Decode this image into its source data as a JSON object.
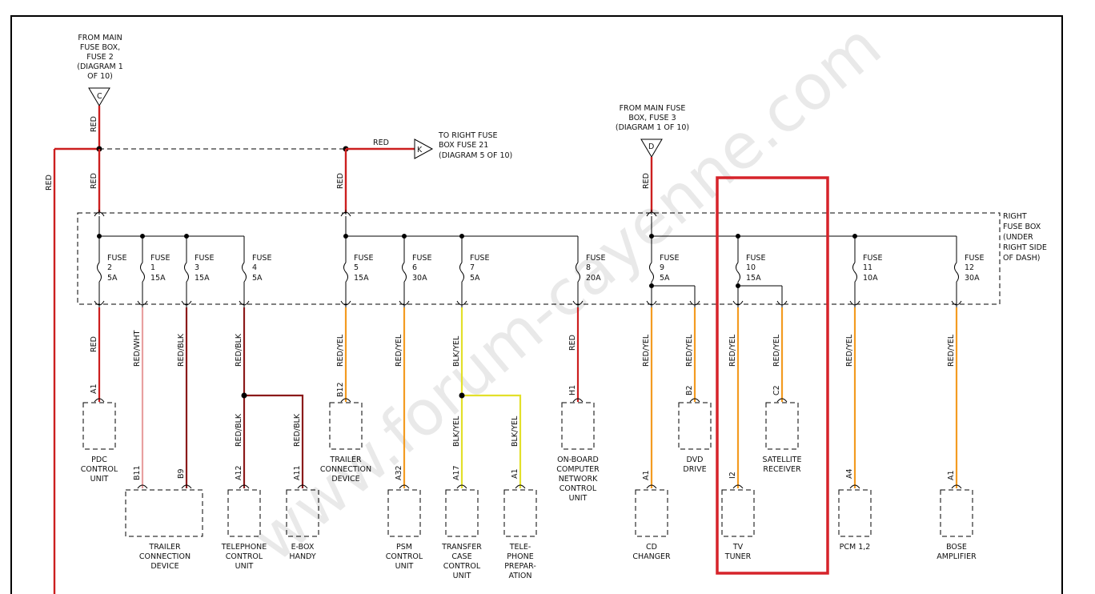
{
  "colors": {
    "red": "#cc1f1f",
    "dark_red": "#8b1a1a",
    "pink": "#e8a0a0",
    "orange": "#f39b21",
    "yellow": "#e3e02a",
    "highlight": "#d6232a"
  },
  "sources": {
    "main_fuse2": [
      "FROM MAIN",
      "FUSE BOX,",
      "FUSE 2",
      "(DIAGRAM 1",
      "OF 10)"
    ],
    "main_fuse3": [
      "FROM MAIN FUSE",
      "BOX, FUSE 3",
      "(DIAGRAM 1 OF 10)"
    ],
    "connector_c": "C",
    "connector_d": "D",
    "connector_k": "K",
    "right_fuse21": [
      "TO RIGHT FUSE",
      "BOX FUSE 21",
      "(DIAGRAM 5 OF 10)"
    ]
  },
  "fuse_box_label": [
    "RIGHT",
    "FUSE BOX",
    "(UNDER",
    "RIGHT SIDE",
    "OF DASH)"
  ],
  "fuses": [
    {
      "word": "FUSE",
      "num": "2",
      "amp": "5A"
    },
    {
      "word": "FUSE",
      "num": "1",
      "amp": "15A"
    },
    {
      "word": "FUSE",
      "num": "3",
      "amp": "15A"
    },
    {
      "word": "FUSE",
      "num": "4",
      "amp": "5A"
    },
    {
      "word": "FUSE",
      "num": "5",
      "amp": "15A"
    },
    {
      "word": "FUSE",
      "num": "6",
      "amp": "30A"
    },
    {
      "word": "FUSE",
      "num": "7",
      "amp": "5A"
    },
    {
      "word": "FUSE",
      "num": "8",
      "amp": "20A"
    },
    {
      "word": "FUSE",
      "num": "9",
      "amp": "5A"
    },
    {
      "word": "FUSE",
      "num": "10",
      "amp": "15A"
    },
    {
      "word": "FUSE",
      "num": "11",
      "amp": "10A"
    },
    {
      "word": "FUSE",
      "num": "12",
      "amp": "30A"
    }
  ],
  "wires": {
    "red": "RED",
    "red_wht": "RED/WHT",
    "red_blk": "RED/BLK",
    "red_yel": "RED/YEL",
    "blk_yel": "BLK/YEL"
  },
  "pins": {
    "a1": "A1",
    "b11": "B11",
    "b9": "B9",
    "a12": "A12",
    "a11": "A11",
    "b12": "B12",
    "a32": "A32",
    "a17": "A17",
    "h1": "H1",
    "b2": "B2",
    "c2": "C2",
    "i2": "I2",
    "a4": "A4"
  },
  "components": {
    "pdc": [
      "PDC",
      "CONTROL",
      "UNIT"
    ],
    "trailer_lower": [
      "TRAILER",
      "CONNECTION",
      "DEVICE"
    ],
    "telephone": [
      "TELEPHONE",
      "CONTROL",
      "UNIT"
    ],
    "ebox": [
      "E-BOX",
      "HANDY"
    ],
    "trailer_upper": [
      "TRAILER",
      "CONNECTION",
      "DEVICE"
    ],
    "psm": [
      "PSM",
      "CONTROL",
      "UNIT"
    ],
    "transfer": [
      "TRANSFER",
      "CASE",
      "CONTROL",
      "UNIT"
    ],
    "telephone_prep": [
      "TELE-",
      "PHONE",
      "PREPAR-",
      "ATION"
    ],
    "onboard": [
      "ON-BOARD",
      "COMPUTER",
      "NETWORK",
      "CONTROL",
      "UNIT"
    ],
    "cd_changer": [
      "CD",
      "CHANGER"
    ],
    "dvd": [
      "DVD",
      "DRIVE"
    ],
    "satellite": [
      "SATELLITE",
      "RECEIVER"
    ],
    "tv_tuner": [
      "TV",
      "TUNER"
    ],
    "pcm": [
      "PCM 1,2"
    ],
    "bose": [
      "BOSE",
      "AMPLIFIER"
    ]
  },
  "watermark": "www.forum-cayenne.com"
}
